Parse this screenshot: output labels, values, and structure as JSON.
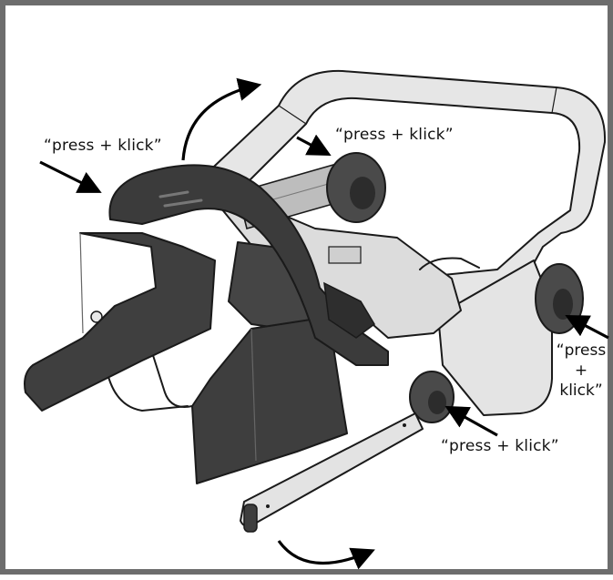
{
  "callouts": {
    "left": "“press + klick”",
    "top_right": "“press + klick”",
    "right": [
      "“press",
      "+",
      "klick”"
    ],
    "bottom": "“press + klick”"
  },
  "colors": {
    "frame": "#6d6d6d",
    "dark_part": "#3e3e3e",
    "light_part": "#e2e2e2",
    "outline": "#1a1a1a",
    "arrow": "#000000"
  }
}
